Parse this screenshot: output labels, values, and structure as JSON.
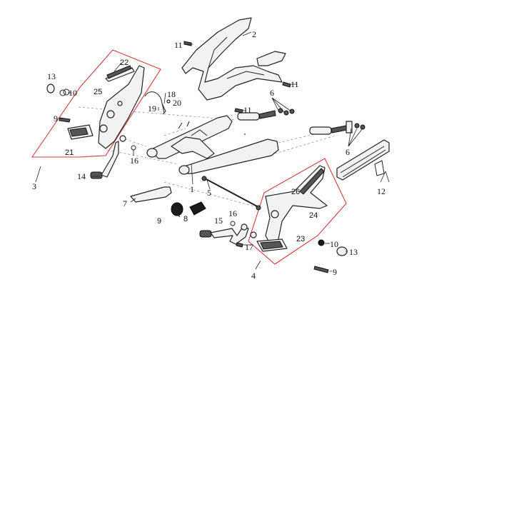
{
  "callouts": {
    "c1": "1",
    "c2": "2",
    "c3": "3",
    "c4": "4",
    "c5": "5",
    "c6a": "6",
    "c6b": "6",
    "c7": "7",
    "c8": "8",
    "c9a": "9",
    "c9b": "9",
    "c9c": "9",
    "c10a": "10",
    "c10b": "10",
    "c11a": "11",
    "c11b": "11",
    "c11c": "11",
    "c12": "12",
    "c13a": "13",
    "c13b": "13",
    "c14": "14",
    "c15": "15",
    "c16a": "16",
    "c16b": "16",
    "c17": "17",
    "c18": "18",
    "c19": "19",
    "c20": "20",
    "c21": "21",
    "c22": "22",
    "c23": "23",
    "c24": "24",
    "c25": "25",
    "c26": "26"
  },
  "colors": {
    "outline": "#d03a3a",
    "stroke": "#222222",
    "fill": "#f2f2f2"
  }
}
